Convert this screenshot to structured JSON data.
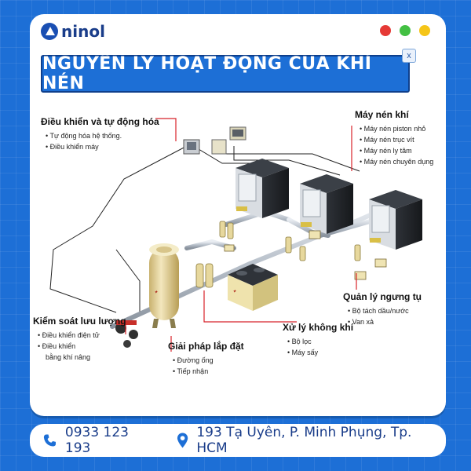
{
  "brand": {
    "name": "ninol"
  },
  "window_dots": {
    "colors": [
      "#e53935",
      "#43c043",
      "#f5c518"
    ]
  },
  "title": {
    "text": "NGUYÊN LÝ HOẠT ĐỘNG CỦA KHÍ NÉN",
    "close": "x"
  },
  "labels": {
    "control": {
      "heading": "Điều khiển và tự động hóa",
      "items": [
        "Tự động hóa hệ thống.",
        "Điều khiển máy"
      ]
    },
    "compressor": {
      "heading": "Máy nén khí",
      "items": [
        "Máy nén piston nhỏ",
        "Máy nén trục vít",
        "Máy nén ly tâm",
        "Máy nén chuyên dụng"
      ]
    },
    "condensate": {
      "heading": "Quản lý ngưng tụ",
      "items": [
        "Bộ tách dầu/nước",
        "Van xả"
      ]
    },
    "flow": {
      "heading": "Kiểm soát lưu lượng",
      "items": [
        "Điều khiển điện tử",
        "Điều khiển",
        "bằng khí nâng"
      ]
    },
    "install": {
      "heading": "Giải pháp lắp đặt",
      "items": [
        "Đường ống",
        "Tiếp nhận"
      ]
    },
    "treatment": {
      "heading": "Xử lý không khí",
      "items": [
        "Bộ lọc",
        "Máy sấy"
      ]
    }
  },
  "footer": {
    "phone": "0933 123 193",
    "address": "193 Tạ Uyên, P. Minh Phụng, Tp. HCM"
  },
  "colors": {
    "accent": "#1d6fd6",
    "leader": "#d8232a",
    "tank": "#e9d9a3"
  }
}
